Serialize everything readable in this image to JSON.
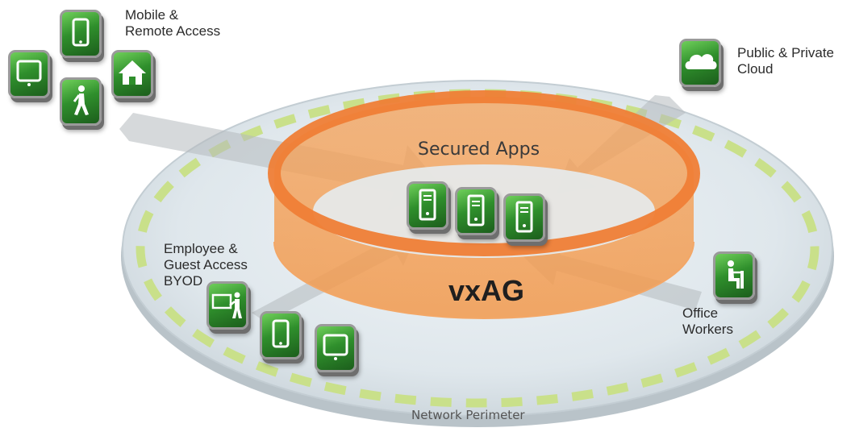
{
  "labels": {
    "mobile": [
      "Mobile &",
      "Remote Access"
    ],
    "cloud": [
      "Public & Private",
      "Cloud"
    ],
    "employee": [
      "Employee &",
      "Guest Access",
      "BYOD"
    ],
    "office": [
      "Office",
      "Workers"
    ],
    "secured_apps": "Secured Apps",
    "core": "vxAG",
    "perimeter": "Network Perimeter"
  },
  "icons": {
    "mobile_group": [
      "tablet-icon",
      "smartphone-icon",
      "walking-person-icon",
      "home-icon"
    ],
    "cloud_group": [
      "cloud-icon"
    ],
    "employee_group": [
      "presenter-icon",
      "smartphone-icon",
      "tablet-icon"
    ],
    "office_group": [
      "seated-worker-icon"
    ],
    "server_group": [
      "server-icon",
      "server-icon",
      "server-icon"
    ]
  },
  "colors": {
    "icon_green": "#2f8f2c",
    "ring_orange": "#f08a3c",
    "disc_fill": "#dfe7ec",
    "dash_green": "#c9e08a",
    "arrow_gray": "#bfc4c7"
  }
}
